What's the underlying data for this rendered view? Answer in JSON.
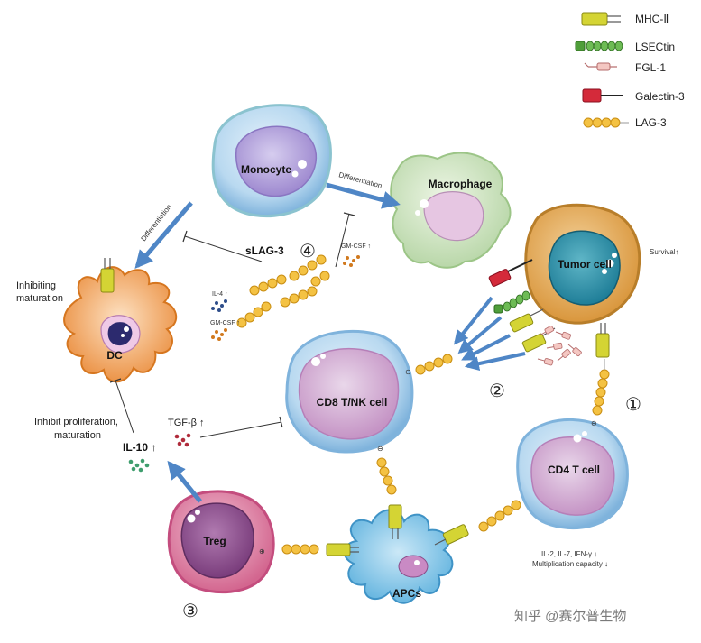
{
  "legend": {
    "mhc": "MHC-Ⅱ",
    "lsectin": "LSECtin",
    "fgl1": "FGL-1",
    "galectin3": "Galectin-3",
    "lag3": "LAG-3"
  },
  "cells": {
    "monocyte": "Monocyte",
    "macrophage": "Macrophage",
    "tumor": "Tumor cell",
    "dc": "DC",
    "cd8": "CD8 T/NK cell",
    "cd4": "CD4 T cell",
    "treg": "Treg",
    "apcs": "APCs"
  },
  "labels": {
    "differentiation_left": "Differentiation",
    "differentiation_top": "Differentiation",
    "slag3": "sLAG-3",
    "num4": "④",
    "num2": "②",
    "num1": "①",
    "num3": "③",
    "survival": "Survival↑",
    "inhibiting_maturation_1": "Inhibiting",
    "inhibiting_maturation_2": "maturation",
    "il4": "IL-4 ↑",
    "gmcsf_left": "GM-CSF ↑",
    "gmcsf_top": "GM-CSF ↑",
    "inhibit_prolif_1": "Inhibit proliferation,",
    "inhibit_prolif_2": "maturation",
    "il10": "IL-10 ↑",
    "tgfb": "TGF-β ↑",
    "cd4_effect_1": "IL-2, IL-7, IFN-γ ↓",
    "cd4_effect_2": "Multiplication capacity ↓",
    "minus_symbol": "⊖",
    "plus_symbol": "⊕",
    "watermark": "知乎 @赛尔普生物"
  }
}
